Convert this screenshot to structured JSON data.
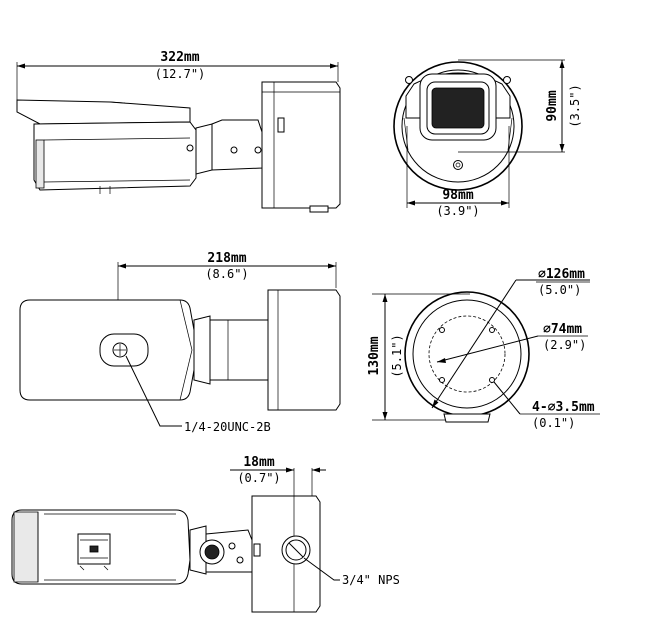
{
  "dimensions": {
    "total_length_mm": "322mm",
    "total_length_in": "(12.7\")",
    "front_height_mm": "90mm",
    "front_height_in": "(3.5\")",
    "front_width_mm": "98mm",
    "front_width_in": "(3.9\")",
    "bottom_length_mm": "218mm",
    "bottom_length_in": "(8.6\")",
    "mount_height_mm": "130mm",
    "mount_height_in": "(5.1\")",
    "outer_diameter_mm": "∅126mm",
    "outer_diameter_in": "(5.0\")",
    "hole_circle_mm": "∅74mm",
    "hole_circle_in": "(2.9\")",
    "holes_mm": "4-∅3.5mm",
    "holes_in": "(0.1\")",
    "box_offset_mm": "18mm",
    "box_offset_in": "(0.7\")"
  },
  "callouts": {
    "tripod_thread": "1/4-20UNC-2B",
    "conduit_thread": "3/4\" NPS"
  }
}
